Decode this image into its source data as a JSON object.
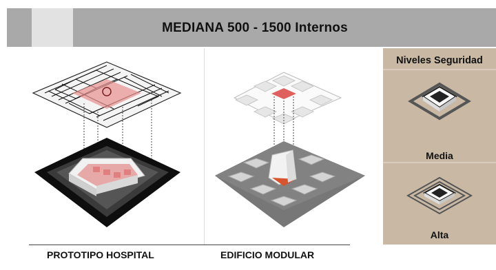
{
  "header": {
    "title": "MEDIANA  500 - 1500  Internos"
  },
  "panels": [
    {
      "caption": "PROTOTIPO HOSPITAL"
    },
    {
      "caption": "EDIFICIO MODULAR"
    }
  ],
  "security": {
    "title": "Niveles Seguridad",
    "levels": [
      {
        "label": "Media"
      },
      {
        "label": "Alta"
      }
    ]
  },
  "colors": {
    "header": "#a9a9a9",
    "side_panel": "#c9b8a3",
    "accent_red": "#e06666",
    "dark_base": "#1a1a1a"
  }
}
